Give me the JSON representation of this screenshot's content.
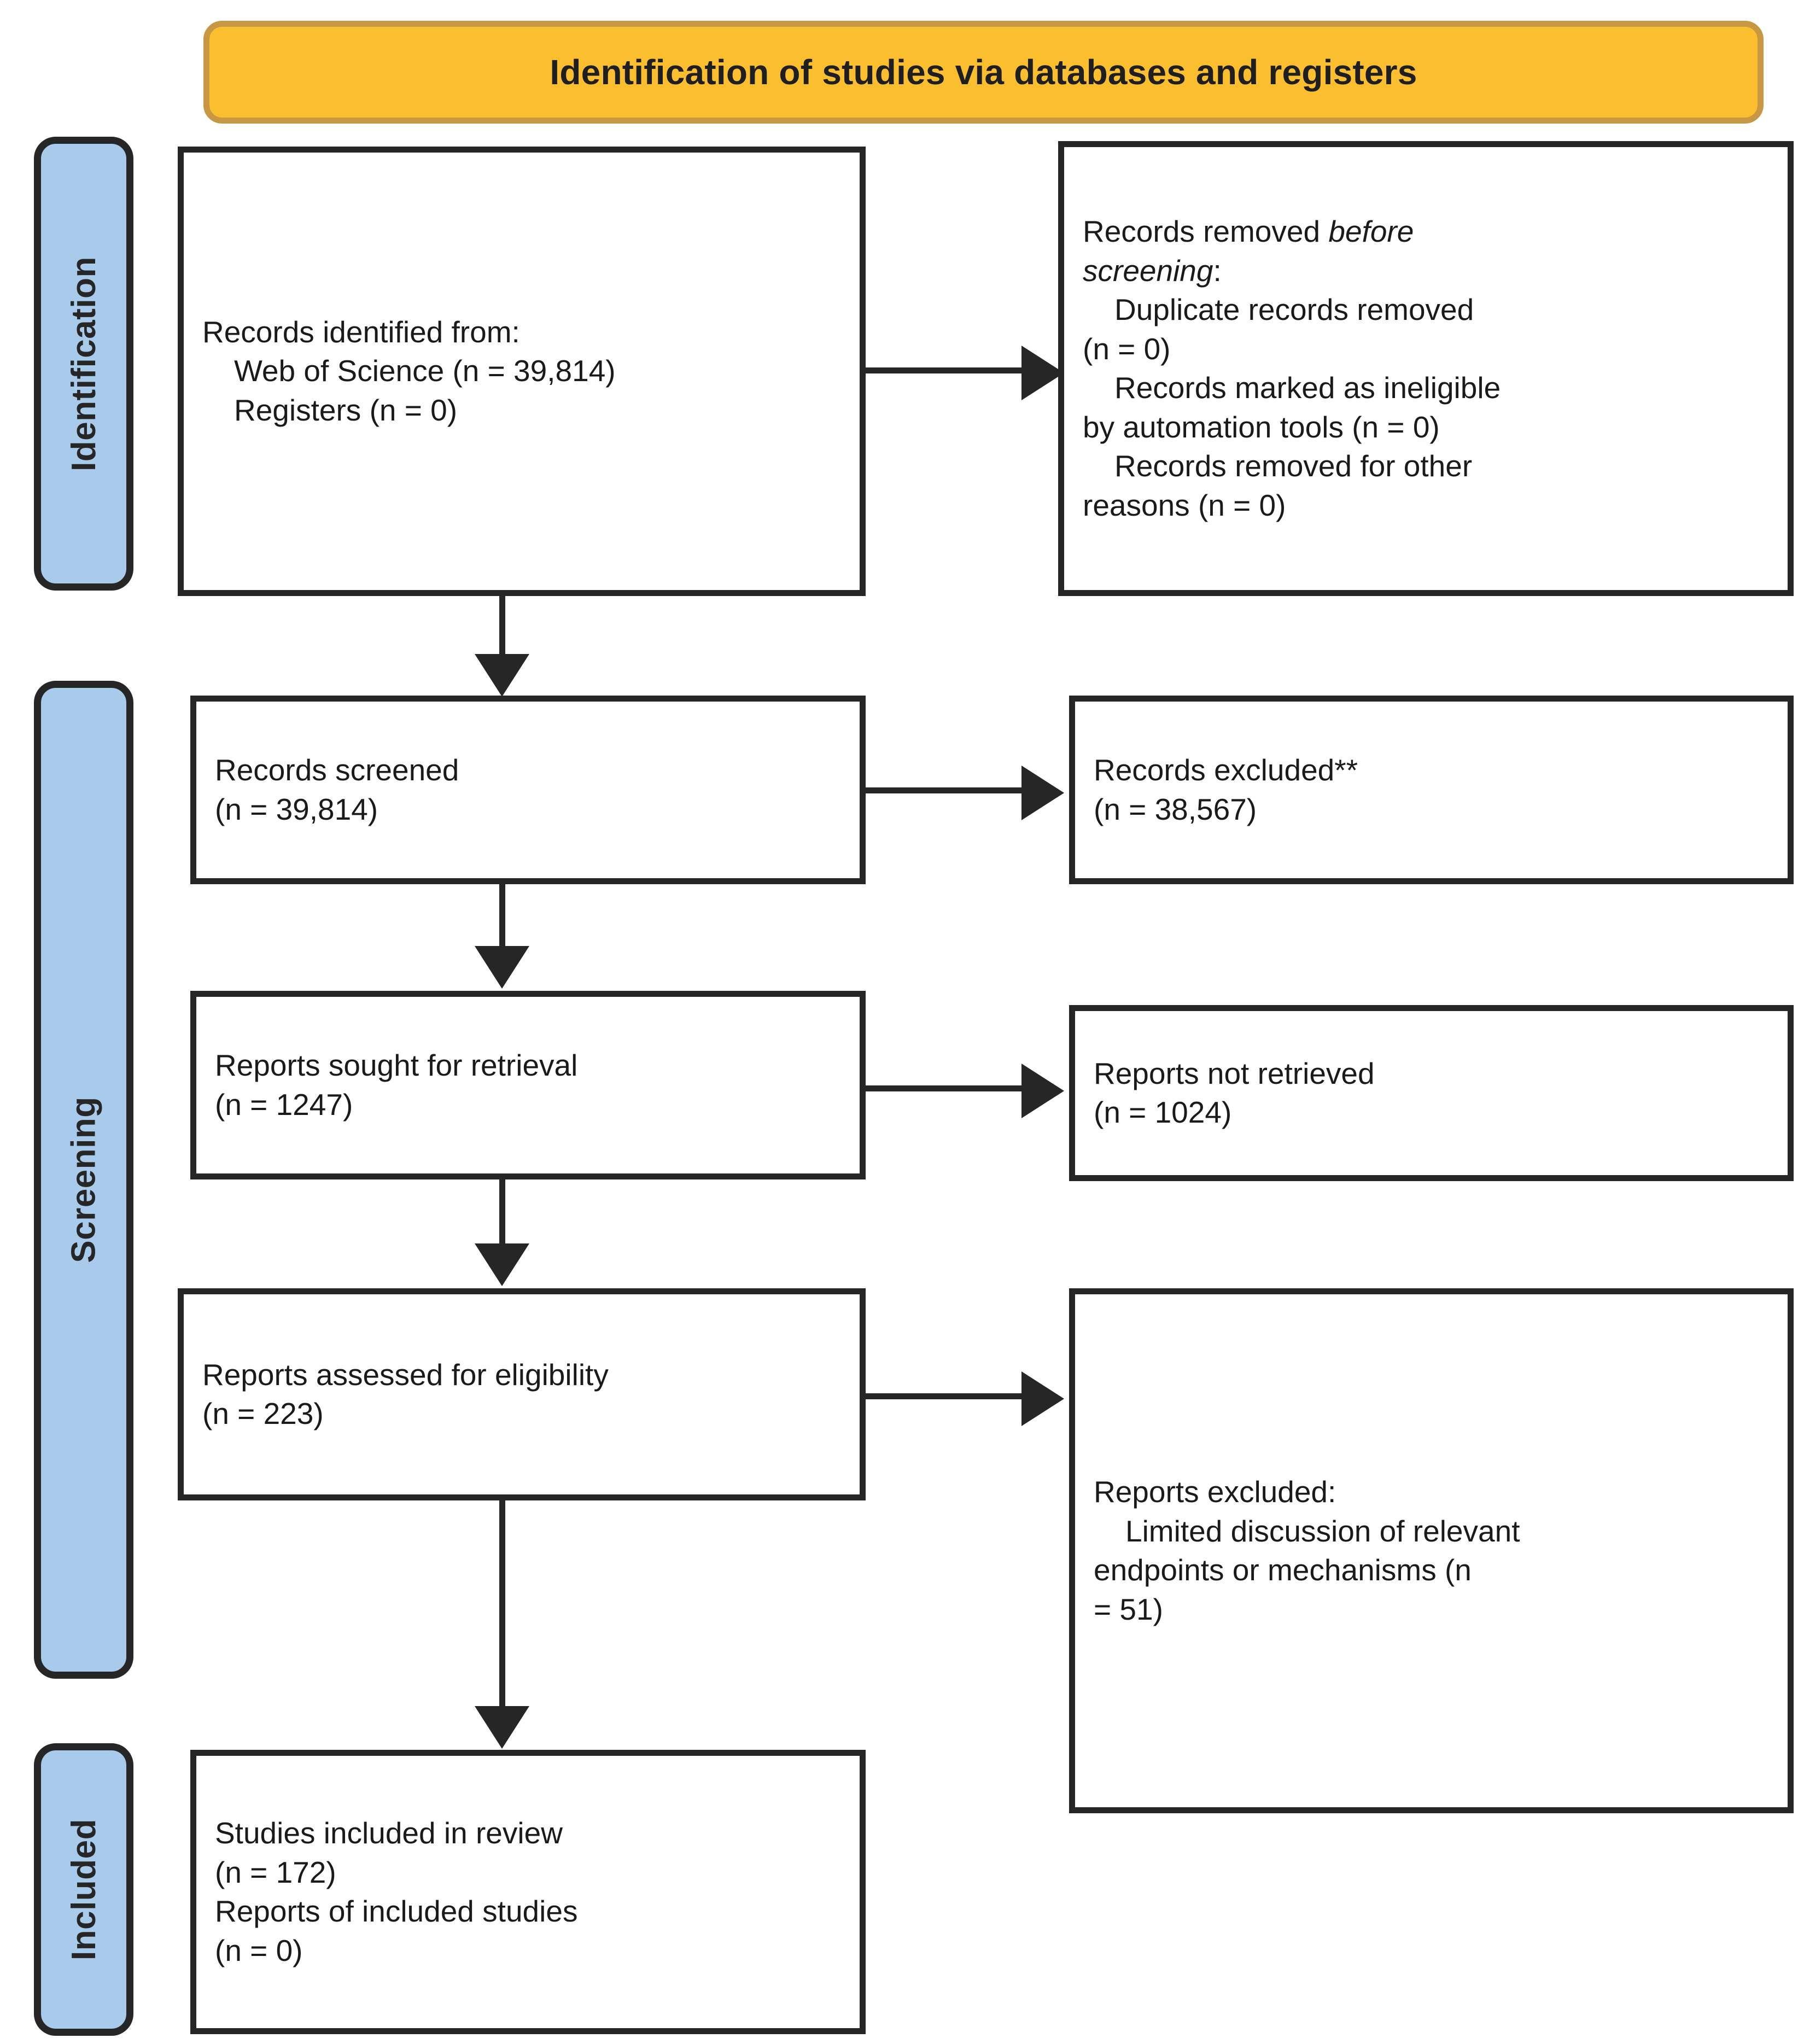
{
  "banner": {
    "title": "Identification of studies via databases and registers"
  },
  "colors": {
    "banner_fill": "#FBBE2F",
    "banner_border": "#C89743",
    "stage_bar_fill": "#A8CBEB",
    "outline": "#262626",
    "text": "#1a1a1a",
    "page_background": "#ffffff"
  },
  "stages": [
    {
      "id": "identification",
      "label": "Identification"
    },
    {
      "id": "screening",
      "label": "Screening"
    },
    {
      "id": "included",
      "label": "Included"
    }
  ],
  "boxes": {
    "identified": {
      "line1": "Records identified from:",
      "line2": "Web of Science (n = 39,814)",
      "line3": "Registers (n = 0)"
    },
    "removed_before_screening": {
      "heading_lead": "Records removed ",
      "heading_italic_a": "before",
      "heading_italic_b": "screening",
      "heading_colon": ":",
      "item1": "Duplicate records removed",
      "item1_n": "(n = 0)",
      "item2": "Records marked as ineligible",
      "item2_cont": "by automation tools (n = 0)",
      "item3": "Records removed for other",
      "item3_cont": "reasons (n = 0)"
    },
    "records_screened": {
      "line1": "Records screened",
      "line2": "(n = 39,814)"
    },
    "records_excluded": {
      "line1": "Records excluded**",
      "line2": "(n = 38,567)"
    },
    "reports_sought": {
      "line1": "Reports sought for retrieval",
      "line2": "(n = 1247)"
    },
    "reports_not_retrieved": {
      "line1": "Reports not retrieved",
      "line2": "(n = 1024)"
    },
    "reports_assessed": {
      "line1": "Reports assessed for eligibility",
      "line2": "(n = 223)"
    },
    "reports_excluded": {
      "line1": "Reports excluded:",
      "reason_line1": "Limited discussion of relevant",
      "reason_line2": "endpoints or mechanisms (n",
      "reason_line3": "= 51)"
    },
    "studies_included": {
      "line1": "Studies included in review",
      "line2": "(n = 172)",
      "line3": "Reports of included studies",
      "line4": "(n = 0)"
    }
  },
  "chart_data": {
    "type": "diagram",
    "title": "Identification of studies via databases and registers",
    "flow": [
      {
        "stage": "Identification",
        "node": "Records identified from: Web of Science",
        "n": 39814
      },
      {
        "stage": "Identification",
        "node": "Records identified from: Registers",
        "n": 0
      },
      {
        "stage": "Identification",
        "node": "Duplicate records removed",
        "n": 0
      },
      {
        "stage": "Identification",
        "node": "Records marked as ineligible by automation tools",
        "n": 0
      },
      {
        "stage": "Identification",
        "node": "Records removed for other reasons",
        "n": 0
      },
      {
        "stage": "Screening",
        "node": "Records screened",
        "n": 39814
      },
      {
        "stage": "Screening",
        "node": "Records excluded**",
        "n": 38567
      },
      {
        "stage": "Screening",
        "node": "Reports sought for retrieval",
        "n": 1247
      },
      {
        "stage": "Screening",
        "node": "Reports not retrieved",
        "n": 1024
      },
      {
        "stage": "Screening",
        "node": "Reports assessed for eligibility",
        "n": 223
      },
      {
        "stage": "Screening",
        "node": "Reports excluded: Limited discussion of relevant endpoints or mechanisms",
        "n": 51
      },
      {
        "stage": "Included",
        "node": "Studies included in review",
        "n": 172
      },
      {
        "stage": "Included",
        "node": "Reports of included studies",
        "n": 0
      }
    ]
  }
}
